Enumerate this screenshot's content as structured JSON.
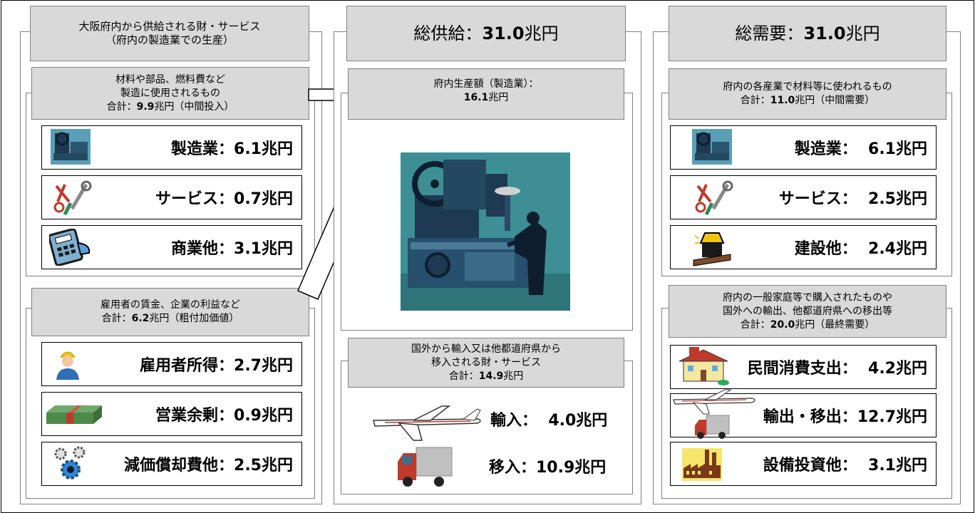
{
  "supply_side": {
    "title_line1": "大阪府内から供給される財・サービス",
    "title_line2": "（府内の製造業での生産）",
    "intermediate": {
      "line1": "材料や部品、燃料費など",
      "line2": "製造に使用されるもの",
      "total_prefix": "合計：",
      "total_value": "9.9",
      "total_suffix": "兆円（中間投入）",
      "items": [
        {
          "label": "製造業：6.1兆円",
          "icon": "factory-machine-icon"
        },
        {
          "label": "サービス：0.7兆円",
          "icon": "tools-icon"
        },
        {
          "label": "商業他：3.1兆円",
          "icon": "calculator-icon"
        }
      ]
    },
    "value_added": {
      "line1": "雇用者の賃金、企業の利益など",
      "total_prefix": "合計：",
      "total_value": "6.2",
      "total_suffix": "兆円（粗付加価値）",
      "items": [
        {
          "label": "雇用者所得：2.7兆円",
          "icon": "worker-icon"
        },
        {
          "label": "営業余剰：0.9兆円",
          "icon": "money-icon"
        },
        {
          "label": "減価償却費他：2.5兆円",
          "icon": "gears-icon"
        }
      ]
    }
  },
  "total_supply": {
    "prefix": "総供給：",
    "value": "31.0",
    "suffix": "兆円",
    "production": {
      "line1": "府内生産額（製造業）：",
      "value": "16.1",
      "suffix": "兆円"
    },
    "imports": {
      "line1": "国外から輸入又は他都道府県から",
      "line2": "移入される財・サービス",
      "total_prefix": "合計：",
      "total_value": "14.9",
      "total_suffix": "兆円",
      "items": [
        {
          "label": "輸入：  4.0兆円",
          "icon": "airplane-icon"
        },
        {
          "label": "移入：10.9兆円",
          "icon": "truck-icon"
        }
      ]
    }
  },
  "total_demand": {
    "prefix": "総需要：",
    "value": "31.0",
    "suffix": "兆円",
    "intermediate_demand": {
      "line1": "府内の各産業で材料等に使われるもの",
      "total_prefix": "合計：",
      "total_value": "11.0",
      "total_suffix": "兆円（中間需要）",
      "items": [
        {
          "label": "製造業：  6.1兆円",
          "icon": "factory-machine-icon"
        },
        {
          "label": "サービス：  2.5兆円",
          "icon": "tools-icon"
        },
        {
          "label": "建設他：  2.4兆円",
          "icon": "construction-icon"
        }
      ]
    },
    "final_demand": {
      "line1": "府内の一般家庭等で購入されたものや",
      "line2": "国外への輸出、他都道府県への移出等",
      "total_prefix": "合計：",
      "total_value": "20.0",
      "total_suffix": "兆円（最終需要）",
      "items": [
        {
          "label": "民間消費支出：  4.2兆円",
          "icon": "house-icon"
        },
        {
          "label": "輸出・移出：12.7兆円",
          "icon": "plane-truck-icon"
        },
        {
          "label": "設備投資他：  3.1兆円",
          "icon": "industrial-plant-icon"
        }
      ]
    }
  },
  "colors": {
    "header_fill": "#d9d9d9",
    "border": "#808080",
    "machine_bg": "#3d8f95",
    "machine_dark": "#1d3a52"
  }
}
